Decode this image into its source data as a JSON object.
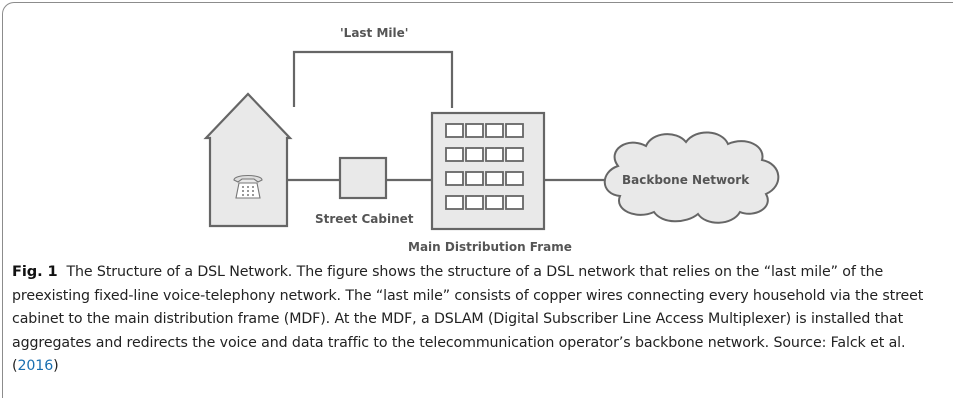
{
  "diagram": {
    "last_mile_label": "'Last Mile'",
    "street_cabinet_label": "Street Cabinet",
    "main_distribution_frame_label": "Main Distribution Frame",
    "backbone_network_label": "Backbone Network",
    "telephone_icon": "telephone-icon",
    "colors": {
      "stroke": "#666666",
      "fill": "#e9e9e9",
      "text": "#555555"
    }
  },
  "caption": {
    "figure_label": "Fig. 1",
    "text": "The Structure of a DSL Network. The figure shows the structure of a DSL network that relies on the “last mile” of the preexisting fixed-line voice-telephony network. The “last mile” consists of copper wires connecting every household via the street cabinet to the main distribution frame (MDF). At the MDF, a DSLAM (Digital Subscriber Line Access Multiplexer) is installed that aggregates and redirects the voice and data traffic to the telecommunication operator’s backbone network. Source: Falck et al. (",
    "reference_year": "2016",
    "closing": ")",
    "colors": {
      "link": "#1a6fb0"
    }
  }
}
